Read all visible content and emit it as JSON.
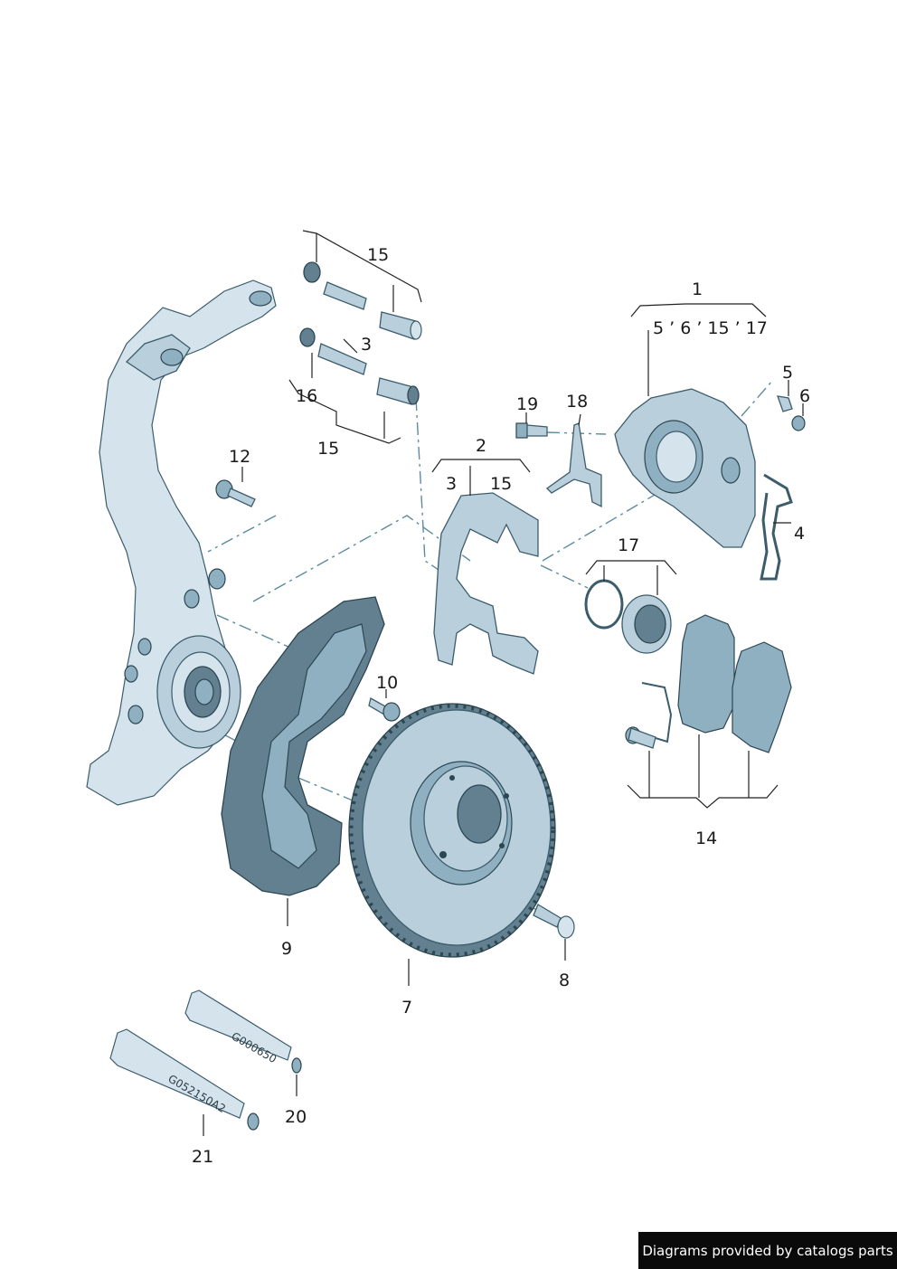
{
  "callouts": {
    "c1": "1",
    "c1_sub": "5 ’ 6 ’ 15 ’ 17",
    "c2": "2",
    "c2_a": "3",
    "c2_b": "15",
    "c3": "3",
    "c4": "4",
    "c5": "5",
    "c6": "6",
    "c7": "7",
    "c8": "8",
    "c9": "9",
    "c10": "10",
    "c12": "12",
    "c14": "14",
    "c15_top": "15",
    "c15_bottom": "15",
    "c16": "16",
    "c17": "17",
    "c18": "18",
    "c19": "19",
    "c20": "20",
    "c21": "21"
  },
  "tubes": {
    "tube20_code": "G000650",
    "tube21_code": "G052150A2"
  },
  "credit": {
    "text": "Diagrams provided by catalogs parts"
  },
  "colors": {
    "part_fill": "#b9d0dc",
    "part_dark": "#62808f",
    "leader_dash": "#5d8ba0",
    "credit_bg": "#0a0a0a"
  }
}
